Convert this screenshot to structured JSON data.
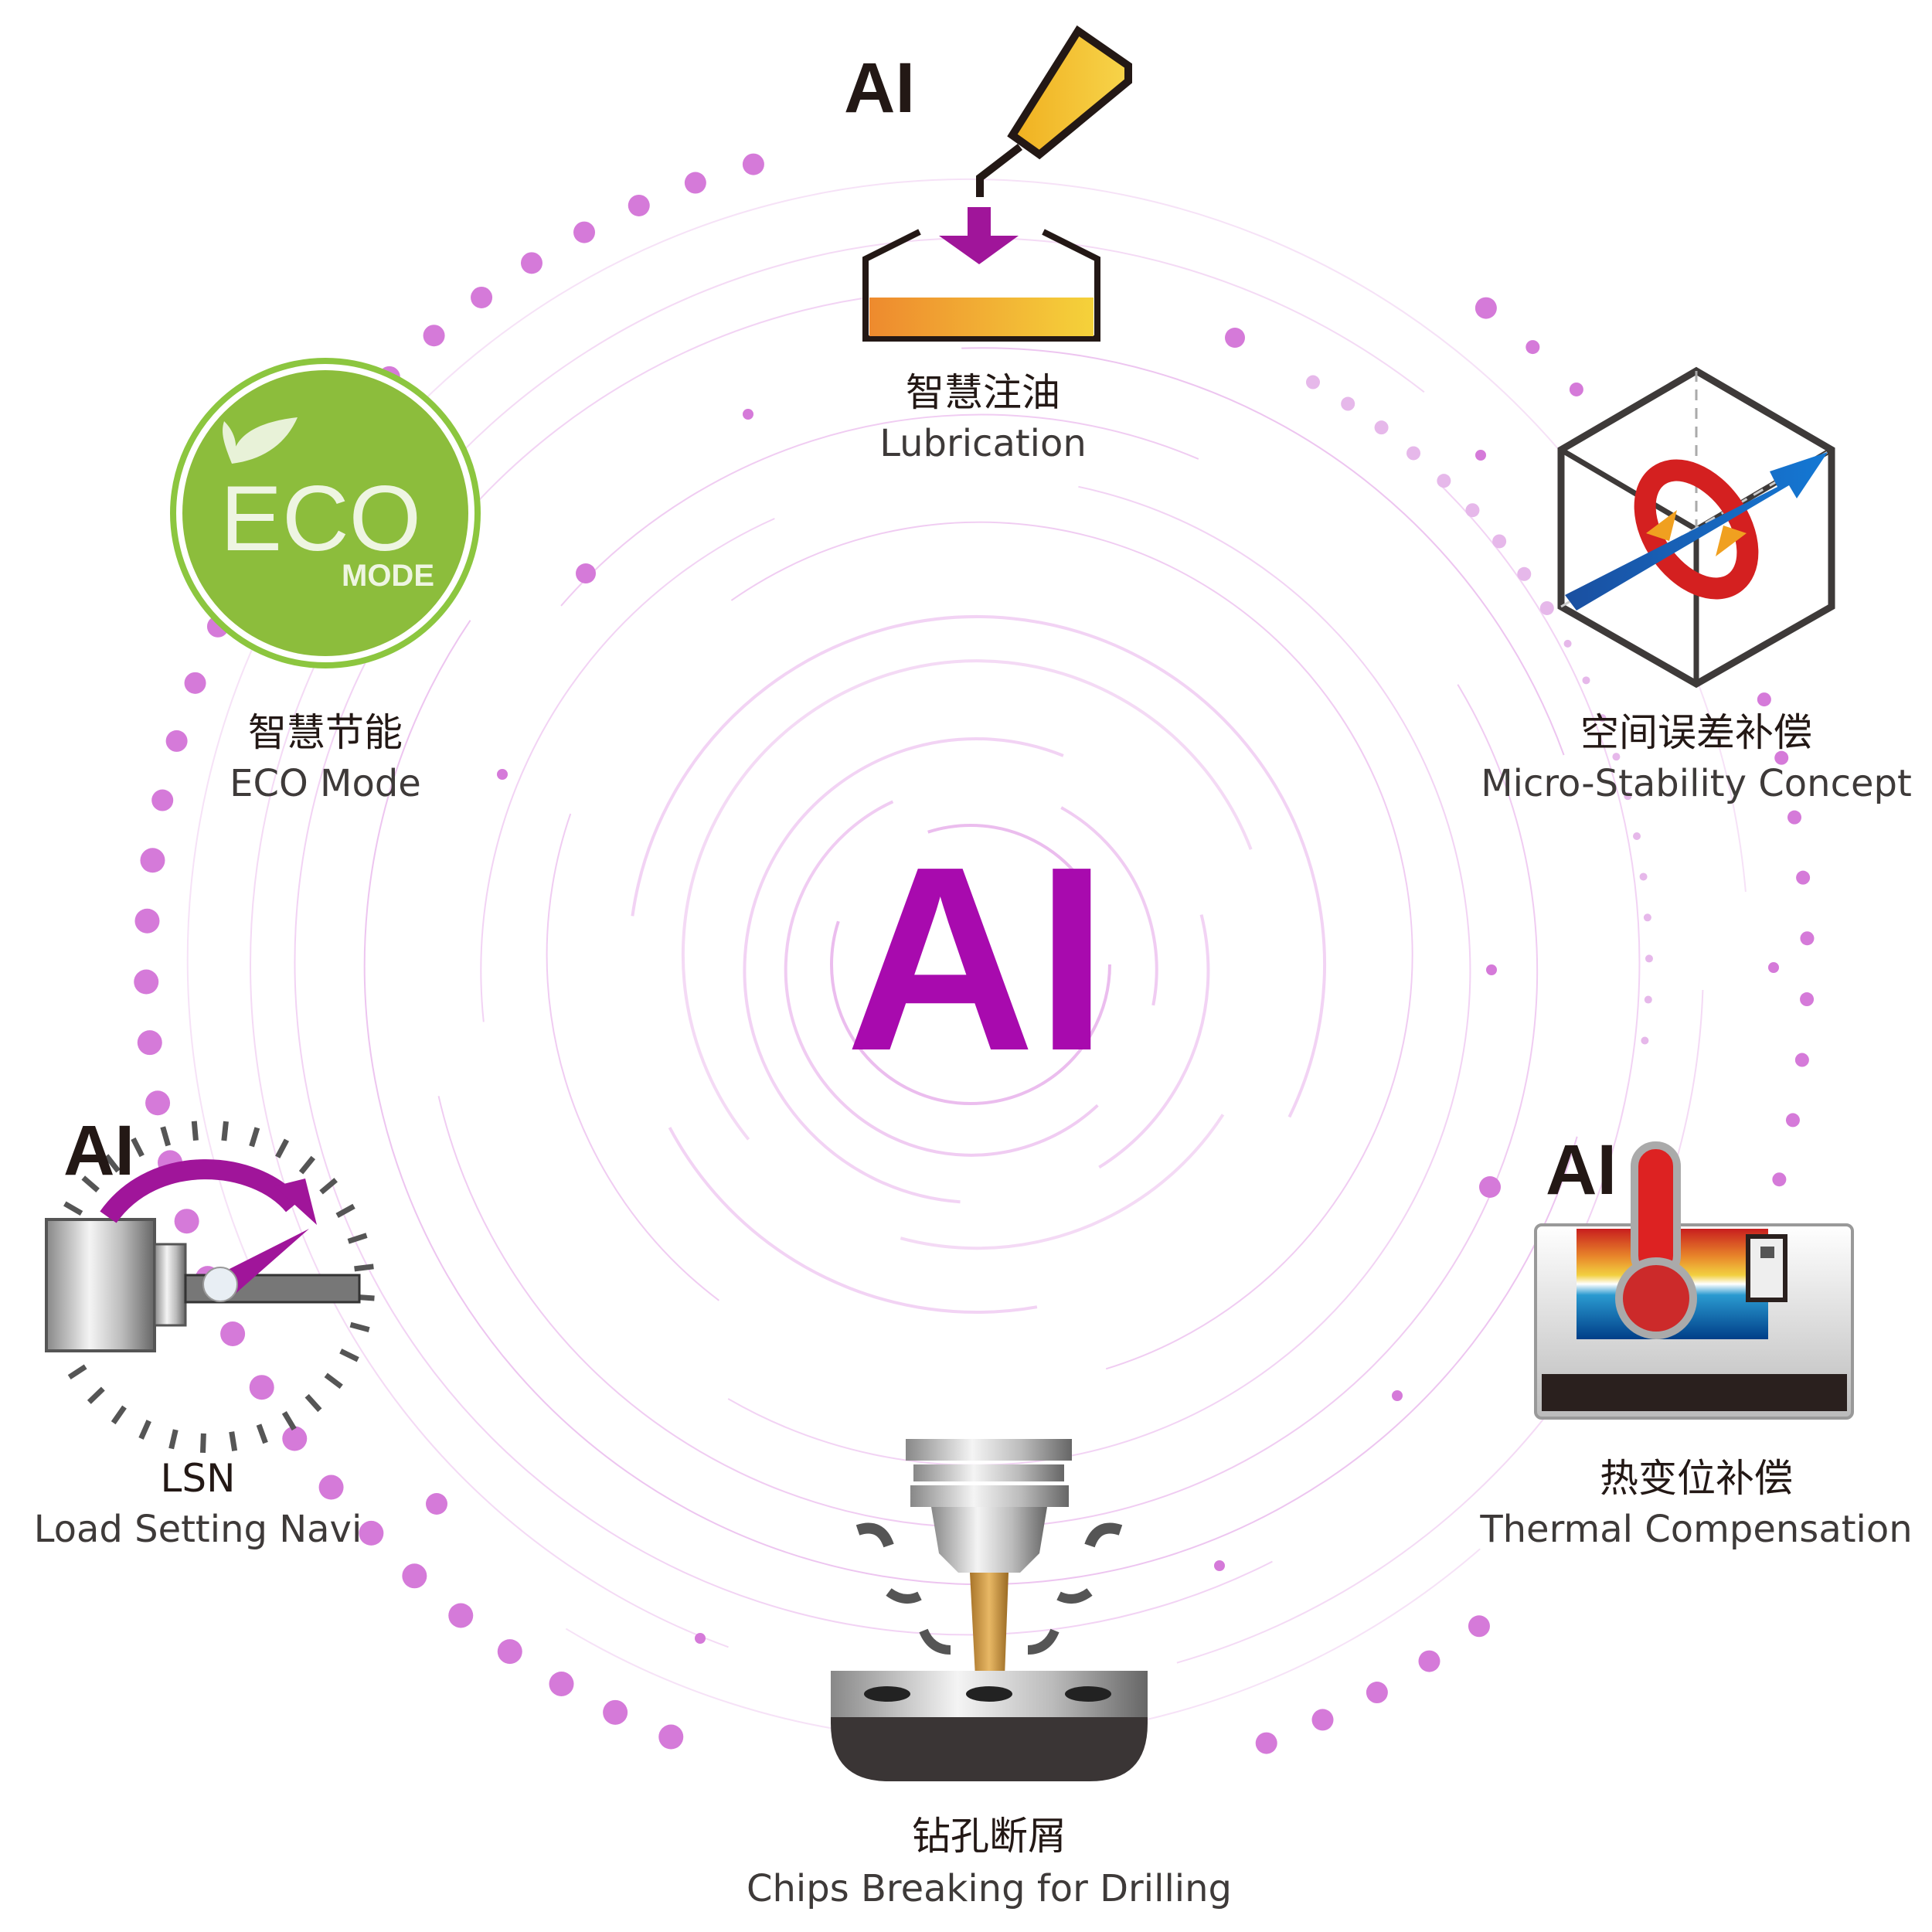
{
  "center_label": "AI",
  "colors": {
    "accent": "#a80aae",
    "dot": "#d57ad9",
    "ring": "#e9b6ec",
    "text": "#231815"
  },
  "features": [
    {
      "id": "lubrication",
      "ai_badge": "AI",
      "title_zh": "智慧注油",
      "title_en": "Lubrication",
      "icon": "oil-can-icon"
    },
    {
      "id": "eco",
      "title_zh": "智慧节能",
      "title_en": "ECO Mode",
      "icon": "eco-mode-icon",
      "icon_text": "ECO",
      "icon_subtext": "MODE"
    },
    {
      "id": "micro",
      "title_zh": "空间误差补偿",
      "title_en": "Micro-Stability Concept",
      "icon": "cube-axis-icon"
    },
    {
      "id": "lsn",
      "ai_badge": "AI",
      "title_zh": "LSN",
      "title_en": "Load Setting Navi",
      "icon": "spindle-gauge-icon"
    },
    {
      "id": "thermal",
      "ai_badge": "AI",
      "title_zh": "热变位补偿",
      "title_en": "Thermal Compensation",
      "icon": "thermometer-icon"
    },
    {
      "id": "drilling",
      "title_zh": "钻孔断屑",
      "title_en": "Chips Breaking for Drilling",
      "icon": "drill-icon"
    }
  ]
}
